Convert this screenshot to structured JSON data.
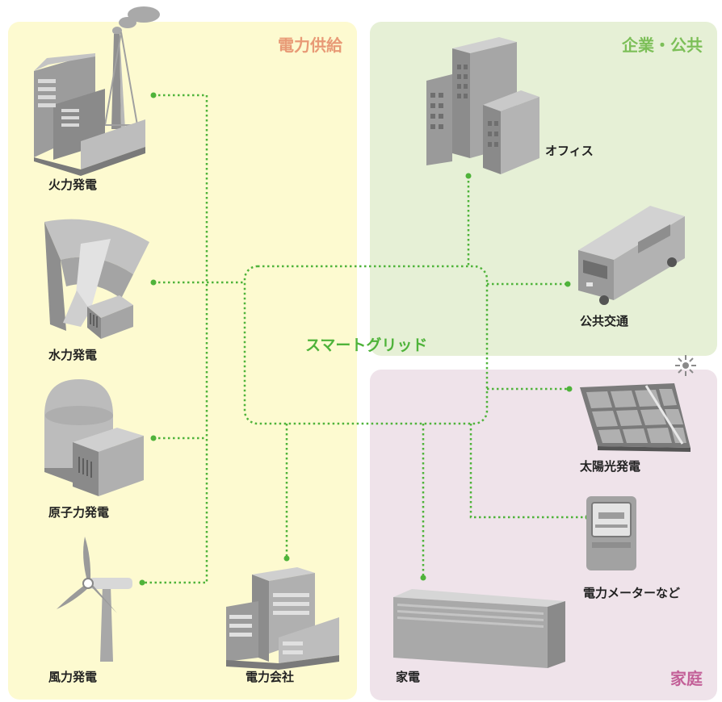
{
  "regions": {
    "supply": "電力供給",
    "business": "企業・公共",
    "home": "家庭"
  },
  "hub": "スマートグリッド",
  "nodes": {
    "thermal": "火力発電",
    "hydro": "水力発電",
    "nuclear": "原子力発電",
    "wind": "風力発電",
    "power_company": "電力会社",
    "office": "オフィス",
    "transit": "公共交通",
    "solar": "太陽光発電",
    "appliances": "家電",
    "meter": "電力メーターなど"
  },
  "colors": {
    "connection": "#4fb33a",
    "supply_bg": "#fdfad0",
    "business_bg": "#e6f0d6",
    "home_bg": "#efe3ea",
    "building_gray": "#9a9a9a"
  }
}
